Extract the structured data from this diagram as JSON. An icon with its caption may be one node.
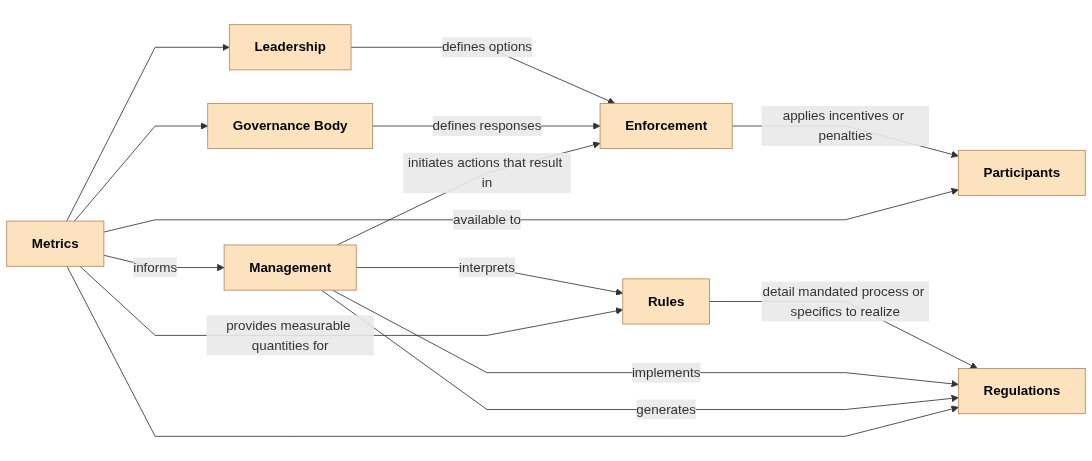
{
  "diagram": {
    "nodes": [
      {
        "text": [
          "Participants"
        ]
      },
      {
        "text": [
          "Enforcement"
        ]
      },
      {
        "text": [
          "Leadership"
        ]
      },
      {
        "text": [
          "Governance Body"
        ]
      },
      {
        "text": [
          "Rules"
        ]
      },
      {
        "text": [
          "Management"
        ]
      },
      {
        "text": [
          "Metrics"
        ]
      },
      {
        "text": [
          "Regulations"
        ]
      }
    ],
    "edges": [
      {
        "from": 1,
        "to": 0,
        "arrow": "to",
        "label": "applies incentives or penalties"
      },
      {
        "from": 2,
        "to": 1,
        "arrow": "to",
        "label": "defines options"
      },
      {
        "from": 3,
        "to": 1,
        "arrow": "to",
        "label": "defines responses"
      },
      {
        "from": 5,
        "to": 1,
        "arrow": "to",
        "label": "initiates actions that result in"
      },
      {
        "from": 5,
        "to": 4,
        "arrow": "to",
        "label": "interprets"
      },
      {
        "from": 4,
        "to": 7,
        "arrow": "to",
        "label": "detail mandated process or specifics to realize"
      },
      {
        "from": 5,
        "to": 7,
        "arrow": "to",
        "label": "implements"
      },
      {
        "from": 5,
        "to": 7,
        "arrow": "to",
        "label": "generates"
      },
      {
        "from": 6,
        "to": 5,
        "arrow": "to",
        "label": "informs"
      },
      {
        "from": 6,
        "to": 0,
        "arrow": "to",
        "label": "available to"
      },
      {
        "from": 6,
        "to": 2,
        "arrow": "to"
      },
      {
        "from": 6,
        "to": 3,
        "arrow": "to"
      },
      {
        "from": 6,
        "to": 4,
        "arrow": "to",
        "label": "provides measurable quantities for"
      },
      {
        "from": 6,
        "to": 7,
        "arrow": "to"
      }
    ]
  }
}
